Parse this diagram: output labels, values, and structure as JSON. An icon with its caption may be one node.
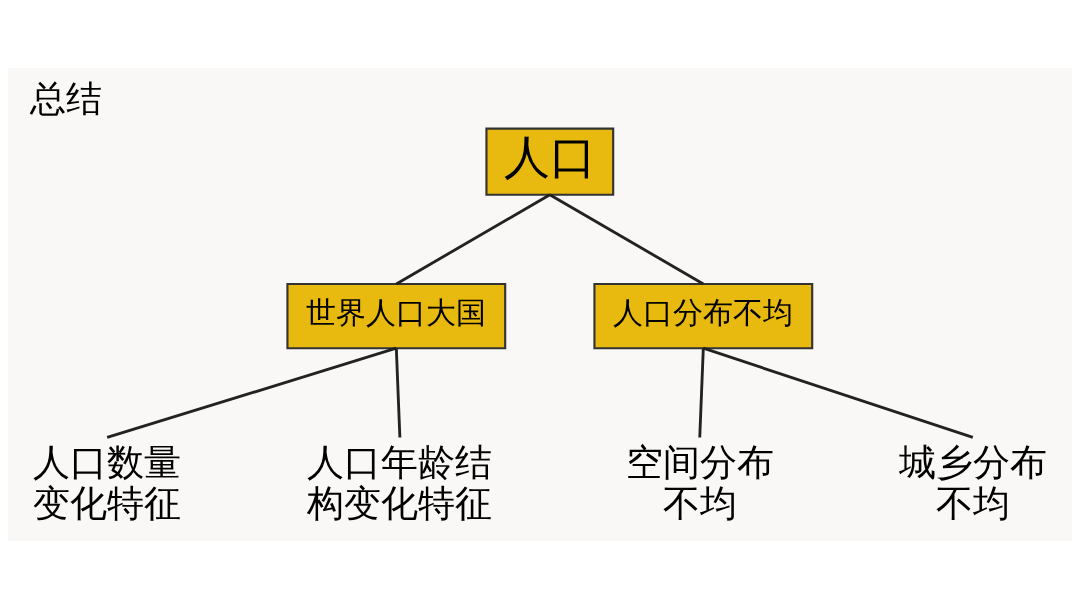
{
  "diagram": {
    "title": "总结",
    "nodes": [
      {
        "text": [
          "人口"
        ]
      },
      {
        "text": [
          "世界人口大国"
        ]
      },
      {
        "text": [
          "人口分布不均"
        ]
      },
      {
        "text": [
          "人口数量变化特征"
        ]
      },
      {
        "text": [
          "人口年龄结构变化特征"
        ]
      },
      {
        "text": [
          "空间分布不均"
        ]
      },
      {
        "text": [
          "城乡分布不均"
        ]
      }
    ],
    "edges": [
      {
        "from": 0,
        "to": 1,
        "arrow": "none"
      },
      {
        "from": 0,
        "to": 2,
        "arrow": "none"
      },
      {
        "from": 1,
        "to": 3,
        "arrow": "none"
      },
      {
        "from": 1,
        "to": 4,
        "arrow": "none"
      },
      {
        "from": 2,
        "to": 5,
        "arrow": "none"
      },
      {
        "from": 2,
        "to": 6,
        "arrow": "none"
      }
    ]
  }
}
